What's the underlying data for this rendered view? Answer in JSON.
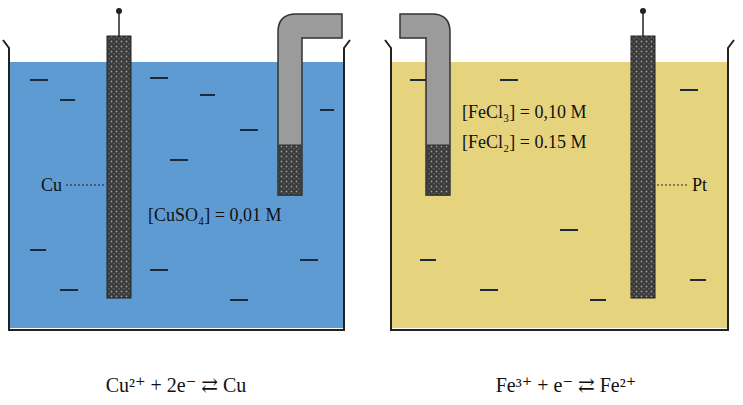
{
  "diagram": {
    "labels": [
      "Cu",
      "[CuSO₄] = 0,01 M",
      "[FeCl₃] = 0,10 M",
      "[FeCl₂] = 0.15 M",
      "Pt",
      "Cu²⁺ + 2e⁻ ⇄ Cu",
      "Fe³⁺ + e⁻ ⇄ Fe²⁺"
    ]
  }
}
